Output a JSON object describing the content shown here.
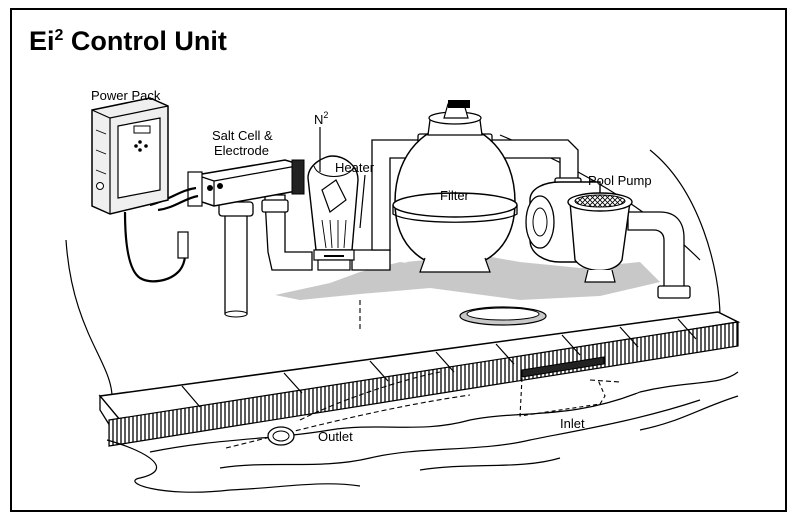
{
  "title": {
    "main": "Ei",
    "superscript": "2",
    "rest": " Control Unit"
  },
  "labels": {
    "power_pack": "Power Pack",
    "salt_cell_line1": "Salt Cell &",
    "salt_cell_line2": "Electrode",
    "n2_base": "N",
    "n2_sup": "2",
    "heater": "Heater",
    "filter": "Filter",
    "pool_pump": "Pool Pump",
    "outlet": "Outlet",
    "inlet": "Inlet"
  },
  "colors": {
    "stroke": "#000000",
    "background": "#ffffff",
    "shadow": "#c8c8c8",
    "panel_fill": "#efefef"
  }
}
